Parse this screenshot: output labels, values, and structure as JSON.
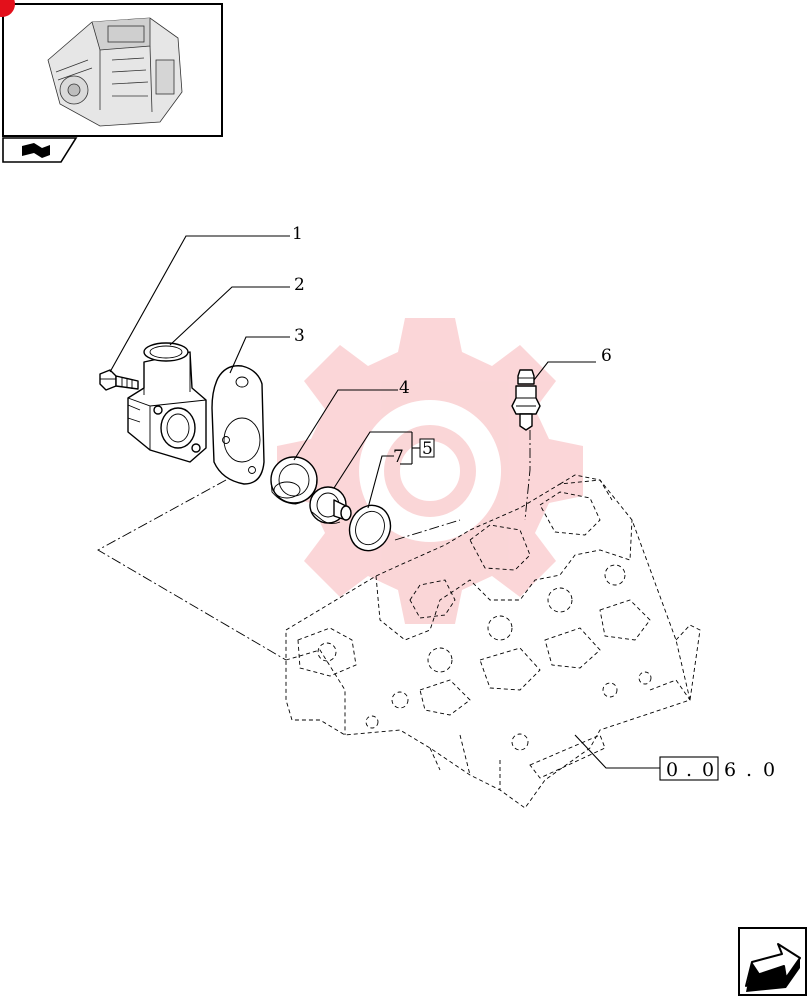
{
  "callouts": {
    "c1": "1",
    "c2": "2",
    "c3": "3",
    "c4": "4",
    "c5": "5",
    "c6": "6",
    "c7": "7"
  },
  "reference": {
    "boxed": [
      "0",
      ".",
      "0"
    ],
    "plain": [
      "6",
      ".",
      "0"
    ]
  },
  "colors": {
    "watermark": "#f7b5b8",
    "badge": "#e3101b",
    "line": "#000000"
  },
  "icons": {
    "thumbnail": "engine-thumbnail-icon",
    "book": "book-icon",
    "next": "next-page-arrow-icon",
    "watermark": "gear-watermark-icon"
  }
}
